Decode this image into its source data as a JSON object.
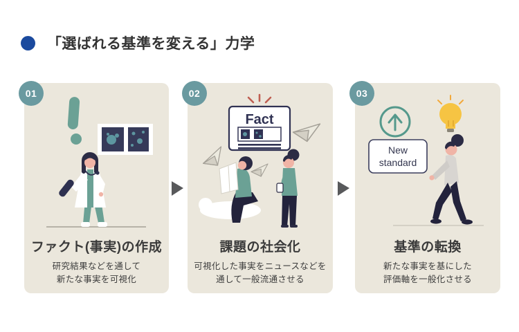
{
  "header": {
    "title": "「選ばれる基準を変える」力学"
  },
  "steps": [
    {
      "number": "01",
      "title": "ファクト(事実)の作成",
      "description_line1": "研究結果などを通して",
      "description_line2": "新たな事実を可視化",
      "illustration": "doctor-with-xray-panels"
    },
    {
      "number": "02",
      "title": "課題の社会化",
      "description_line1": "可視化した事実をニュースなどを",
      "description_line2": "通して一般流通させる",
      "illustration": "people-spreading-fact-news",
      "sign_text": "Fact"
    },
    {
      "number": "03",
      "title": "基準の転換",
      "description_line1": "新たな事実を基にした",
      "description_line2": "評価軸を一般化させる",
      "illustration": "walking-toward-new-standard",
      "sign_line1": "New",
      "sign_line2": "standard"
    }
  ],
  "colors": {
    "accent_blue": "#1b4a9e",
    "badge_teal": "#6a9aa0",
    "card_background": "#ebe7dc",
    "arrow_gray": "#58595b",
    "text_dark": "#3a3a3a",
    "illustration_navy": "#2e3150",
    "illustration_teal": "#6ba195",
    "skin_pink": "#f0b4a6",
    "lightbulb_yellow": "#f6c443",
    "emphasis_red": "#bf5f52"
  }
}
